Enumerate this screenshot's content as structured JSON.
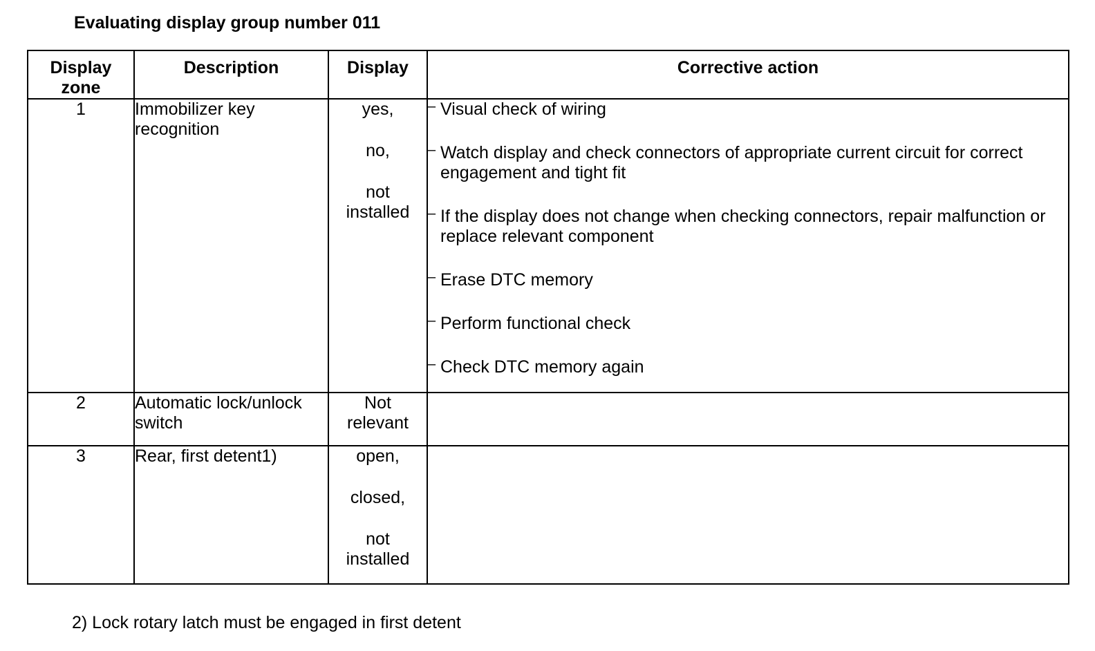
{
  "title": "Evaluating display group number 011",
  "table": {
    "headers": {
      "zone": "Display zone",
      "description": "Description",
      "display": "Display",
      "action": "Corrective action"
    },
    "rows": [
      {
        "zone": "1",
        "description": "Immobilizer key recognition",
        "display": [
          "yes,",
          "no,",
          "not installed"
        ],
        "actions": [
          "Visual check of wiring",
          "Watch display and check connectors of appropriate current circuit for correct engagement and tight fit",
          "If the display does not change when checking connectors, repair malfunction or replace relevant component",
          "Erase DTC memory",
          "Perform functional check",
          "Check DTC memory again"
        ]
      },
      {
        "zone": "2",
        "description": "Automatic lock/unlock switch",
        "display": [
          "Not relevant"
        ],
        "actions": []
      },
      {
        "zone": "3",
        "description": "Rear, first detent1)",
        "display": [
          "open,",
          "closed,",
          "not installed"
        ],
        "actions": []
      }
    ],
    "action_bullet": "–"
  },
  "footnote": "2) Lock rotary latch must be engaged in first detent"
}
